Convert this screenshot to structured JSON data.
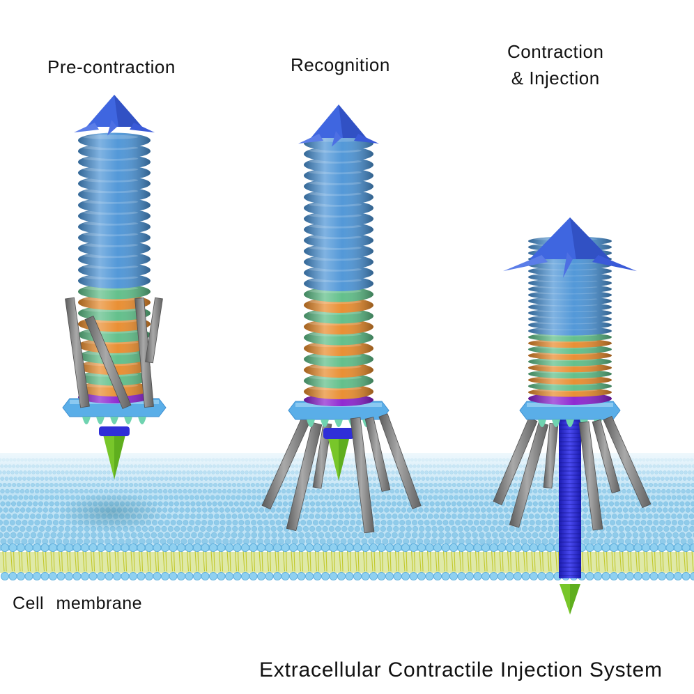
{
  "labels": {
    "pre_contraction": "Pre-contraction",
    "recognition": "Recognition",
    "contraction_line1": "Contraction",
    "contraction_line2": "& Injection",
    "cell_membrane": "Cell  membrane",
    "title": "Extracellular Contractile Injection System"
  },
  "colors": {
    "sheath_blue": "#4a93d6",
    "sheath_green": "#5cbd86",
    "sheath_orange": "#e88a2a",
    "ring_purple": "#8a1fcf",
    "baseplate": "#5aaee8",
    "spike_tip": "#78c62a",
    "tube": "#2f2fd8",
    "cap": "#3f66e0",
    "fibers": "#7d7d7d",
    "membrane_lipid": "#8fd0f0",
    "lipid_tail": "#d4dc5a"
  },
  "stages": [
    {
      "name": "pre-contraction",
      "sheath_rings": {
        "blue": 14,
        "green_orange": 10
      },
      "fibers": "retracted",
      "contracted": false
    },
    {
      "name": "recognition",
      "sheath_rings": {
        "blue": 14,
        "green_orange": 10
      },
      "fibers": "extended",
      "contracted": false
    },
    {
      "name": "contraction-injection",
      "sheath_rings": {
        "blue": 16,
        "green_orange": 10
      },
      "fibers": "extended",
      "contracted": true
    }
  ]
}
